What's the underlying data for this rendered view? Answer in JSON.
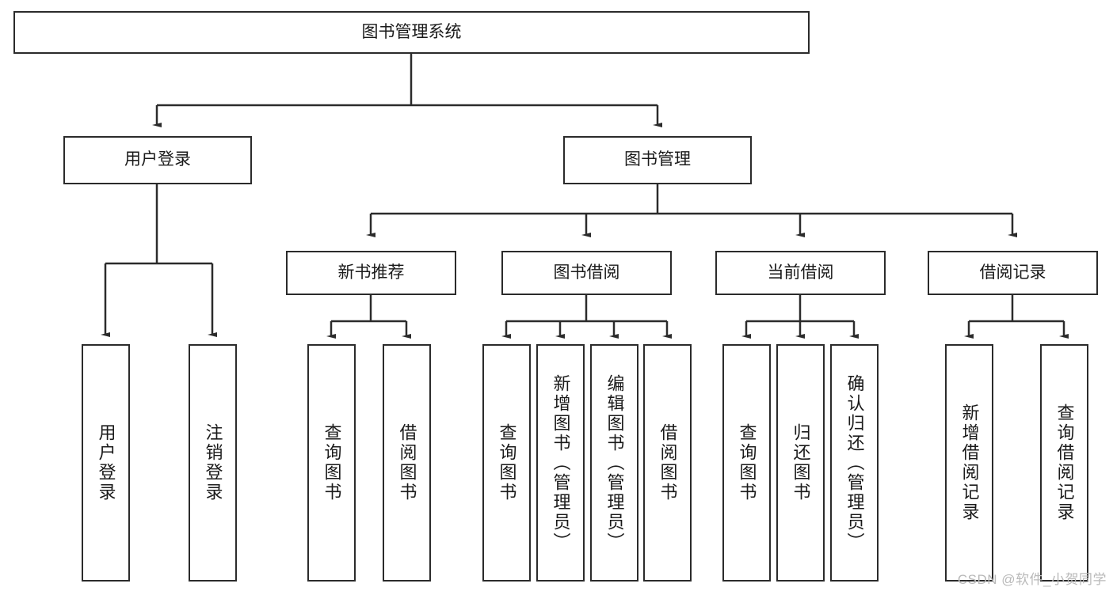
{
  "diagram": {
    "title": "图书管理系统",
    "type": "tree-hierarchy",
    "watermark": "CSDN @软件_小贺同学"
  },
  "root": {
    "label": "图书管理系统"
  },
  "level1": [
    {
      "label": "用户登录"
    },
    {
      "label": "图书管理"
    }
  ],
  "level2": [
    {
      "label": "新书推荐"
    },
    {
      "label": "图书借阅"
    },
    {
      "label": "当前借阅"
    },
    {
      "label": "借阅记录"
    }
  ],
  "leaves": {
    "user_login": [
      {
        "label": "用户登录"
      },
      {
        "label": "注销登录"
      }
    ],
    "new_book_recommend": [
      {
        "label": "查询图书"
      },
      {
        "label": "借阅图书"
      }
    ],
    "book_borrow": [
      {
        "label": "查询图书"
      },
      {
        "label": "新增图书（管理员）"
      },
      {
        "label": "编辑图书（管理员）"
      },
      {
        "label": "借阅图书"
      }
    ],
    "current_borrow": [
      {
        "label": "查询图书"
      },
      {
        "label": "归还图书"
      },
      {
        "label": "确认归还（管理员）"
      }
    ],
    "borrow_record": [
      {
        "label": "新增借阅记录"
      },
      {
        "label": "查询借阅记录"
      }
    ]
  },
  "colors": {
    "border": "#2b2b2b",
    "background": "#ffffff",
    "text": "#1a1a1a",
    "watermark": "#b9b9b9"
  }
}
